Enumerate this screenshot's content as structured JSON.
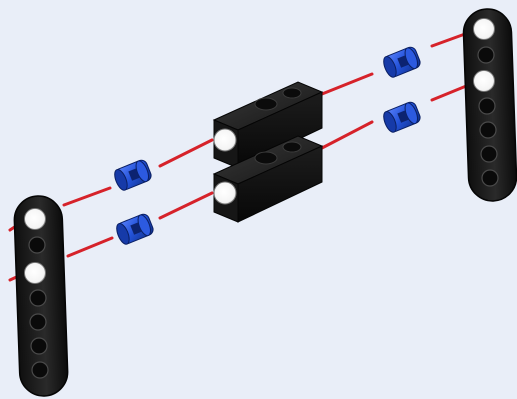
{
  "diagram": {
    "background": "#e9eef8",
    "colors": {
      "axle_line": "#d6222a",
      "beam": "#111111",
      "beam_highlight": "#2d2d2d",
      "hole_rim": "#7a7a7a",
      "connector_blue": "#1e48c8",
      "connector_blue_dark": "#102a7a",
      "connector_blue_light": "#4f78f0",
      "block_black": "#1b1b1b"
    },
    "parts": [
      {
        "name": "left-upright-beam",
        "kind": "liftarm",
        "holes": 7
      },
      {
        "name": "right-upright-beam",
        "kind": "liftarm",
        "holes": 7
      },
      {
        "name": "upper-center-block",
        "kind": "brick"
      },
      {
        "name": "lower-center-block",
        "kind": "brick"
      },
      {
        "name": "bushing",
        "kind": "connector",
        "count": 4
      }
    ],
    "icons": [
      "liftarm-icon",
      "bushing-icon",
      "brick-icon"
    ]
  }
}
